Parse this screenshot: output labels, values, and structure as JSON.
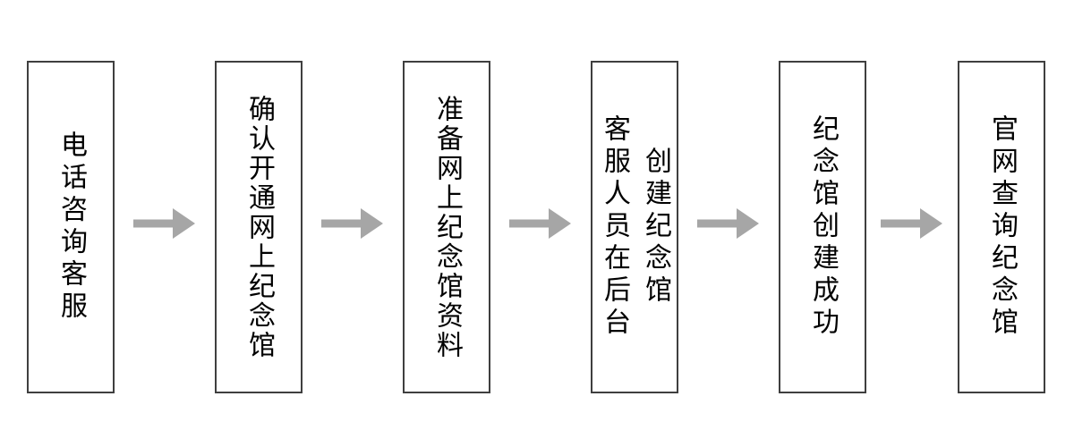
{
  "diagram": {
    "type": "flowchart",
    "direction": "left-to-right",
    "connector": "right-arrow",
    "steps": [
      {
        "label": "电话咨询客服"
      },
      {
        "label": "确认开通网上纪念馆"
      },
      {
        "label": "准备网上纪念馆资料"
      },
      {
        "label": "客服人员在后台\n创建纪念馆"
      },
      {
        "label": "纪念馆创建成功"
      },
      {
        "label": "官网查询纪念馆"
      }
    ],
    "colors": {
      "box_border": "#3f3f3f",
      "box_fill": "#ffffff",
      "text": "#000000",
      "arrow": "#a6a6a6",
      "background": "#ffffff"
    }
  }
}
